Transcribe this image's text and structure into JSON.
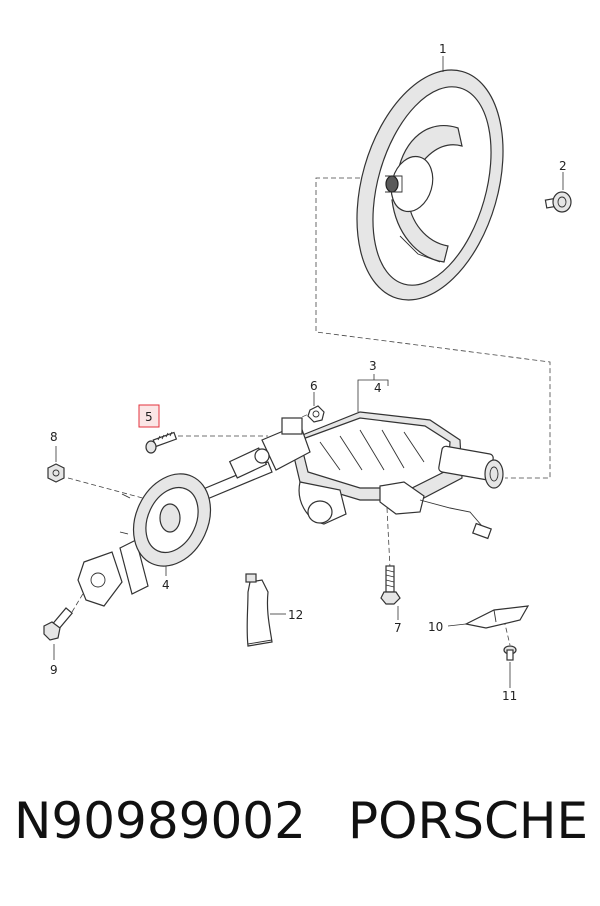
{
  "callouts": {
    "c1": "1",
    "c2": "2",
    "c3": "3",
    "c3sub": "4",
    "c4": "4",
    "c5": "5",
    "c6": "6",
    "c7": "7",
    "c8": "8",
    "c9": "9",
    "c10": "10",
    "c11": "11",
    "c12": "12"
  },
  "highlight_color": "#e3323c",
  "footer": {
    "part_number": "N90989002",
    "brand": "PORSCHE"
  }
}
